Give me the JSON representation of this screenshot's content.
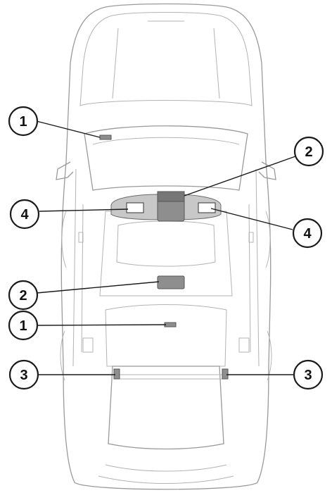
{
  "callouts": [
    {
      "id": "c1a",
      "label": "1"
    },
    {
      "id": "c2a",
      "label": "2"
    },
    {
      "id": "c4a",
      "label": "4"
    },
    {
      "id": "c4b",
      "label": "4"
    },
    {
      "id": "c2b",
      "label": "2"
    },
    {
      "id": "c3a",
      "label": "3"
    },
    {
      "id": "c3b",
      "label": "3"
    },
    {
      "id": "c1b",
      "label": "1"
    }
  ]
}
